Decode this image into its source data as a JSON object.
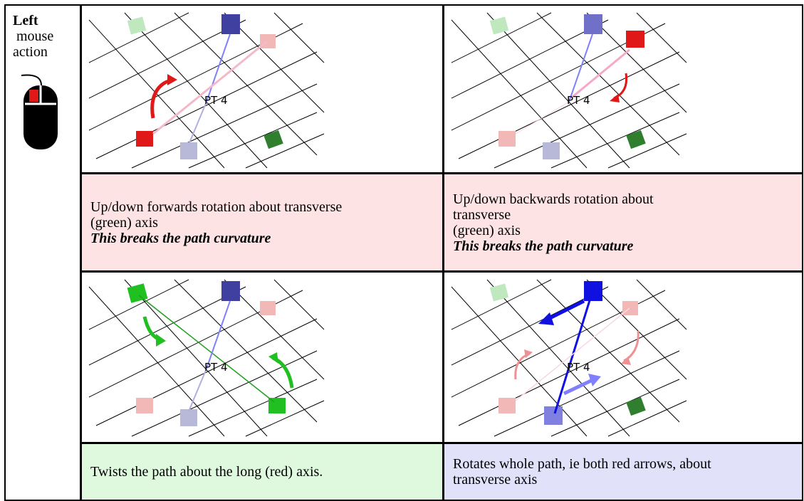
{
  "sidebar": {
    "title_bold": "Left",
    "title_rest_1": "mouse",
    "title_rest_2": "action",
    "icon": "mouse-left-button-icon"
  },
  "panels": [
    {
      "label": "PT 4",
      "desc": [
        "Up/down forwards rotation about transverse",
        "(green) axis"
      ],
      "emphasis": "This breaks the path curvature"
    },
    {
      "label": "PT 4",
      "desc": [
        "Up/down backwards rotation about",
        "transverse",
        "(green) axis"
      ],
      "emphasis": "This breaks the path curvature"
    },
    {
      "label": "PT 4",
      "desc": [
        "Twists the path about the long (red) axis."
      ],
      "emphasis": ""
    },
    {
      "label": "PT 4",
      "desc": [
        "Rotates whole path, ie both red arrows, about",
        "transverse axis"
      ],
      "emphasis": ""
    }
  ],
  "colors": {
    "pink_bg": "#fde3e3",
    "green_bg": "#def9de",
    "blue_bg": "#e1e1fa",
    "red": "#e01818",
    "green": "#20c020",
    "blue": "#1010e0"
  }
}
